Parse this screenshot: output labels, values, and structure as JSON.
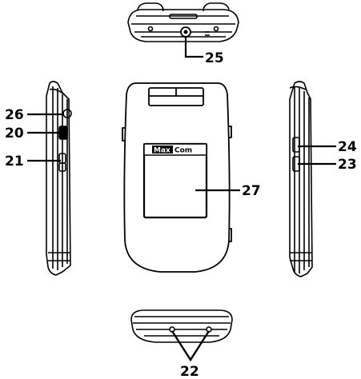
{
  "labels": {
    "l25": "25",
    "l26": "26",
    "l20": "20",
    "l21": "21",
    "l24": "24",
    "l23": "23",
    "l27": "27",
    "l22": "22"
  },
  "brand": {
    "left": "Max",
    "right": "Com"
  },
  "colors": {
    "ink": "#000000",
    "paper": "#ffffff"
  }
}
